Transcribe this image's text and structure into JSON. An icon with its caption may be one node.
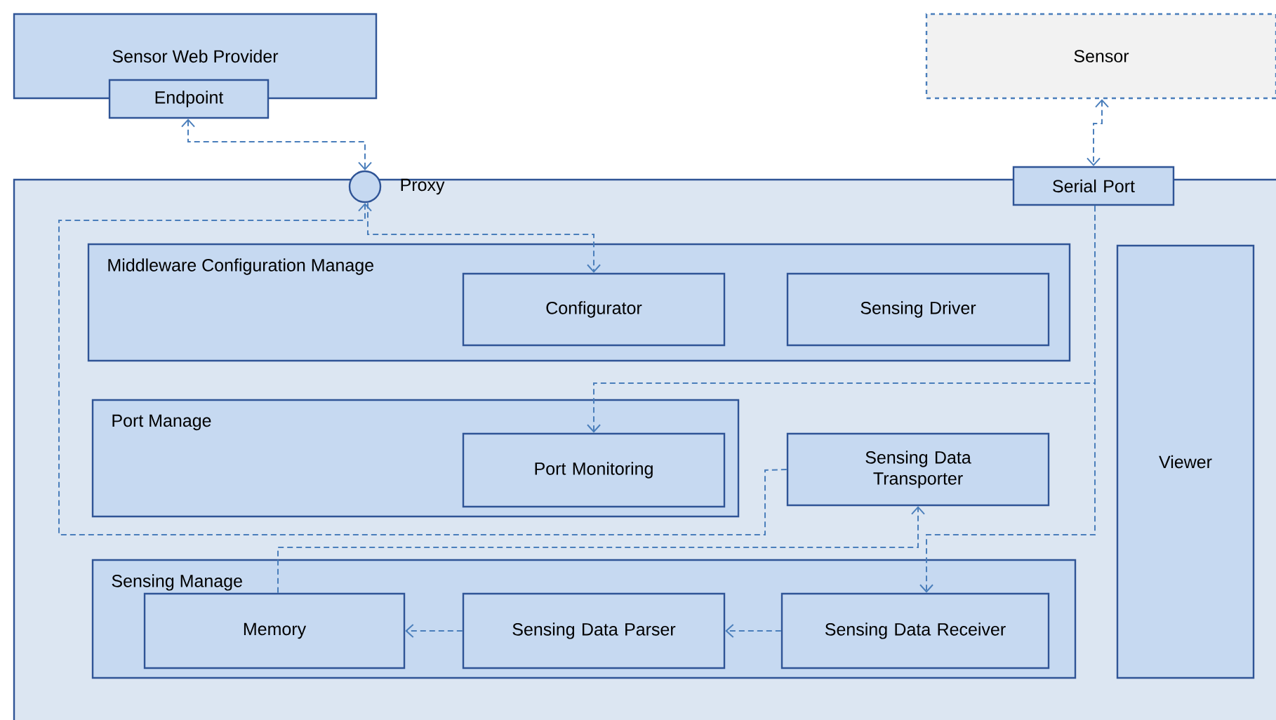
{
  "diagram": {
    "nodes": [
      {
        "text": [
          "Sensor Web Provider"
        ]
      },
      {
        "text": [
          "Endpoint"
        ]
      },
      {
        "text": [
          "Sensor"
        ]
      },
      {
        "text": [],
        "shape": "box"
      },
      {
        "text": [],
        "shape": "circle",
        "beside": [
          "Proxy"
        ]
      },
      {
        "text": [
          "Serial Port"
        ]
      },
      {
        "text": [
          "Middleware Configuration Manage"
        ],
        "in": 3
      },
      {
        "text": [
          "Configurator"
        ],
        "in": 6
      },
      {
        "text": [
          "Sensing Driver"
        ],
        "in": 6
      },
      {
        "text": [
          "Port Manage"
        ],
        "in": 3
      },
      {
        "text": [
          "Port Monitoring"
        ],
        "in": 9
      },
      {
        "text": [
          "Sensing Data Transporter"
        ],
        "in": 3
      },
      {
        "text": [
          "Viewer"
        ],
        "in": 3
      },
      {
        "text": [
          "Sensing Manage"
        ],
        "in": 3
      },
      {
        "text": [
          "Memory"
        ],
        "in": 13
      },
      {
        "text": [
          "Sensing Data Parser"
        ],
        "in": 13
      },
      {
        "text": [
          "Sensing Data Receiver"
        ],
        "in": 13
      }
    ],
    "edges": [
      {
        "from": 1,
        "to": 4,
        "arrow": "both",
        "style": "dashed"
      },
      {
        "from": 2,
        "to": 5,
        "arrow": "both",
        "style": "dashed"
      },
      {
        "from": 11,
        "to": 4,
        "arrow": "to",
        "style": "dashed"
      },
      {
        "from": 4,
        "to": 7,
        "arrow": "to",
        "style": "dashed"
      },
      {
        "from": 5,
        "to": 10,
        "arrow": "to",
        "style": "dashed"
      },
      {
        "from": 5,
        "to": 16,
        "arrow": "to",
        "style": "dashed"
      },
      {
        "from": 14,
        "to": 11,
        "arrow": "to",
        "style": "dashed"
      },
      {
        "from": 16,
        "to": 15,
        "arrow": "to",
        "style": "dashed"
      },
      {
        "from": 15,
        "to": 14,
        "arrow": "to",
        "style": "dashed"
      }
    ]
  }
}
